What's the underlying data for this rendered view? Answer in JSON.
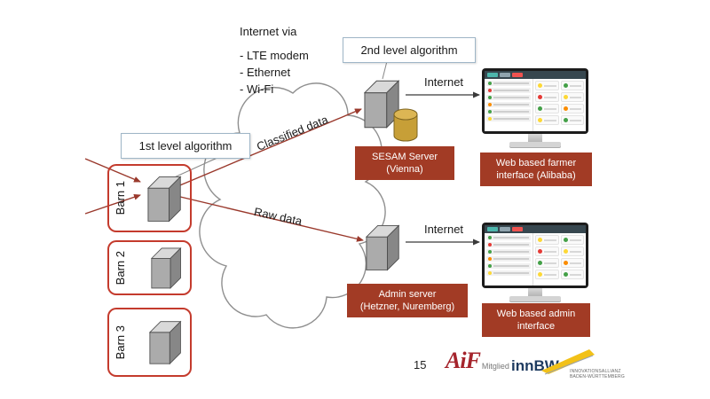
{
  "slide": {
    "page_number": "15"
  },
  "notes": {
    "internet_via_title": "Internet via",
    "internet_via_items": [
      "- LTE modem",
      "- Ethernet",
      "- Wi-Fi"
    ]
  },
  "callouts": {
    "second_level": "2nd level algorithm",
    "first_level": "1st level algorithm"
  },
  "flows": {
    "classified": "Classified data",
    "raw": "Raw data",
    "internet_top": "Internet",
    "internet_bottom": "Internet"
  },
  "barns": {
    "items": [
      {
        "label": "Barn 1"
      },
      {
        "label": "Barn 2"
      },
      {
        "label": "Barn 3"
      }
    ]
  },
  "labels": {
    "sesam_server": "SESAM Server\n(Vienna)",
    "admin_server": "Admin server\n(Hetzner, Nuremberg)",
    "farmer_interface": "Web based farmer\ninterface (Alibaba)",
    "admin_interface": "Web based admin\ninterface"
  },
  "logos": {
    "aif": {
      "text": "AiF",
      "subtext": "Mitglied"
    },
    "innbw": {
      "text": "innBW",
      "caption": "INNOVATIONSALLIANZ\nBADEN-WÜRTTEMBERG"
    }
  },
  "icons": {
    "cloud": "cloud-shape",
    "server_cube": "server-box-3d",
    "database": "database-cylinder",
    "monitor": "desktop-monitor"
  },
  "colors": {
    "arrow_red": "#9a392c",
    "arrow_dark": "#3a3a3a",
    "barn_border": "#c43b2d",
    "label_bg": "#a23b25",
    "callout_border": "#9fb6c7",
    "aif_red": "#a5242c",
    "innbw_yellow": "#f2c118"
  }
}
